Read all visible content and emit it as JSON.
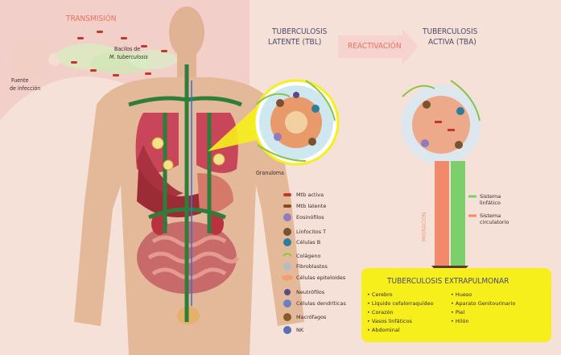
{
  "transmission": {
    "title": "TRANSMISIÓN",
    "source_line1": "Fuente",
    "source_line2": "de infección",
    "bacilli_line1": "Bacilos de",
    "bacilli_line2": "M. tuberculosis"
  },
  "stages": {
    "latent_line1": "TUBERCULOSIS",
    "latent_line2": "LATENTE (TBL)",
    "reactivation": "REACTIVACIÓN",
    "active_line1": "TUBERCULOSIS",
    "active_line2": "ACTIVA (TBA)"
  },
  "granuloma_label": "Granuloma",
  "migration_label": "MIGRACIÓN",
  "systems": {
    "lymphatic_line1": "Sistema",
    "lymphatic_line2": "linfático",
    "circulatory_line1": "Sistema",
    "circulatory_line2": "circulatorio"
  },
  "legend": [
    {
      "label": "Mtb activa",
      "icon": "active-bacillus-icon",
      "color": "#c0392b"
    },
    {
      "label": "Mtb latente",
      "icon": "latent-bacillus-icon",
      "color": "#8b4a1e"
    },
    {
      "label": "Eosinófilos",
      "icon": "eosinophil-icon",
      "color": "#8e7cc3"
    },
    {
      "label": "Linfocitos T",
      "icon": "t-lymphocyte-icon",
      "color": "#7a5230"
    },
    {
      "label": "Células B",
      "icon": "b-cell-icon",
      "color": "#2e7d9a"
    },
    {
      "label": "Colágeno",
      "icon": "collagen-icon",
      "color": "#8bc34a"
    },
    {
      "label": "Fibroblastos",
      "icon": "fibroblast-icon",
      "color": "#b0bec5"
    },
    {
      "label": "Células epiteloides",
      "icon": "epithelioid-icon",
      "color": "#f0a070"
    },
    {
      "label": "Neutrófilos",
      "icon": "neutrophil-icon",
      "color": "#5b4a8a"
    },
    {
      "label": "Células dendríticas",
      "icon": "dendritic-icon",
      "color": "#6a7fc4"
    },
    {
      "label": "Macrófagos",
      "icon": "macrophage-icon",
      "color": "#8b5a2b"
    },
    {
      "label": "NK",
      "icon": "nk-cell-icon",
      "color": "#5a6fb0"
    }
  ],
  "extrapulmonary": {
    "title": "TUBERCULOSIS EXTRAPULMONAR",
    "left_items": [
      "Cerebro",
      "Líquido cefalorraquídeo",
      "Corazón",
      "Vasos linfáticos",
      "Abdominal"
    ],
    "right_items": [
      "Hueso",
      "Aparato Genitourinario",
      "Piel",
      "Hilón"
    ]
  },
  "colors": {
    "background": "#f6e1d8",
    "skin": "#e4b99a",
    "accent": "#e8735f",
    "lymphatic": "#7ccf6a",
    "circulatory": "#f08a6a",
    "extrapulmonary_box": "#f6ef1c"
  }
}
